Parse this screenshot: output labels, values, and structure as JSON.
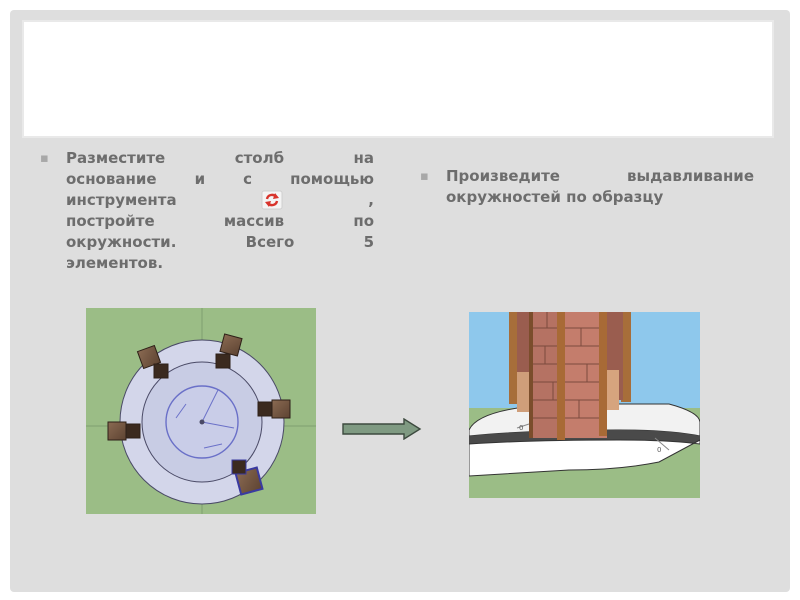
{
  "slide": {
    "title": ""
  },
  "left_bullet": {
    "marker": "▪",
    "lines": [
      [
        "Разместите",
        "столб",
        "на"
      ],
      [
        "основание",
        "и",
        "с",
        "помощью"
      ],
      [
        "инструмента",
        ","
      ],
      [
        "постройте",
        "массив",
        "по"
      ],
      [
        "окружности.",
        "Всего",
        "5"
      ],
      [
        "элементов."
      ]
    ],
    "tool_icon": "rotate-tool-icon"
  },
  "right_bullet": {
    "marker": "▪",
    "lines": [
      [
        "Произведите",
        "выдавливание"
      ],
      [
        "окружностей",
        "по",
        "образцу"
      ]
    ]
  },
  "right_scene": {
    "dimension_label": "0"
  },
  "colors": {
    "frame": "#dedede",
    "text": "#6d6d6d",
    "arrow_green": "#7f9a82"
  }
}
